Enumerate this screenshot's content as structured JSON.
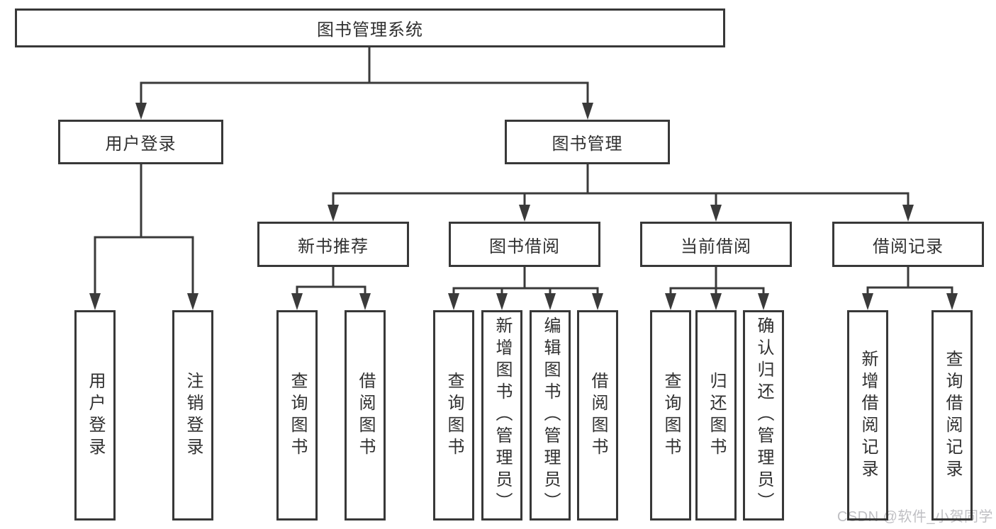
{
  "diagram": {
    "title": "图书管理系统",
    "level2": {
      "user_login": "用户登录",
      "book_mgmt": "图书管理"
    },
    "level3": {
      "new_book_rec": "新书推荐",
      "book_borrow": "图书借阅",
      "current_borrow": "当前借阅",
      "borrow_records": "借阅记录"
    },
    "leaves": {
      "user_login_leaf": "用户登录",
      "logout_leaf": "注销登录",
      "nb_query_books": "查询图书",
      "nb_borrow_books": "借阅图书",
      "bb_query_books": "查询图书",
      "bb_add_books": "新增图书（管理员）",
      "bb_edit_books": "编辑图书（管理员）",
      "bb_borrow_books": "借阅图书",
      "cb_query_books": "查询图书",
      "cb_return_books": "归还图书",
      "cb_confirm_return": "确认归还（管理员）",
      "br_add_record": "新增借阅记录",
      "br_query_record": "查询借阅记录"
    }
  },
  "watermark": {
    "text": "CSDN @软件_小贺同学",
    "color": "#bfbfc3"
  },
  "colors": {
    "line": "#3a3a3a",
    "box_border": "#383838",
    "text": "#303030",
    "background": "#ffffff"
  }
}
